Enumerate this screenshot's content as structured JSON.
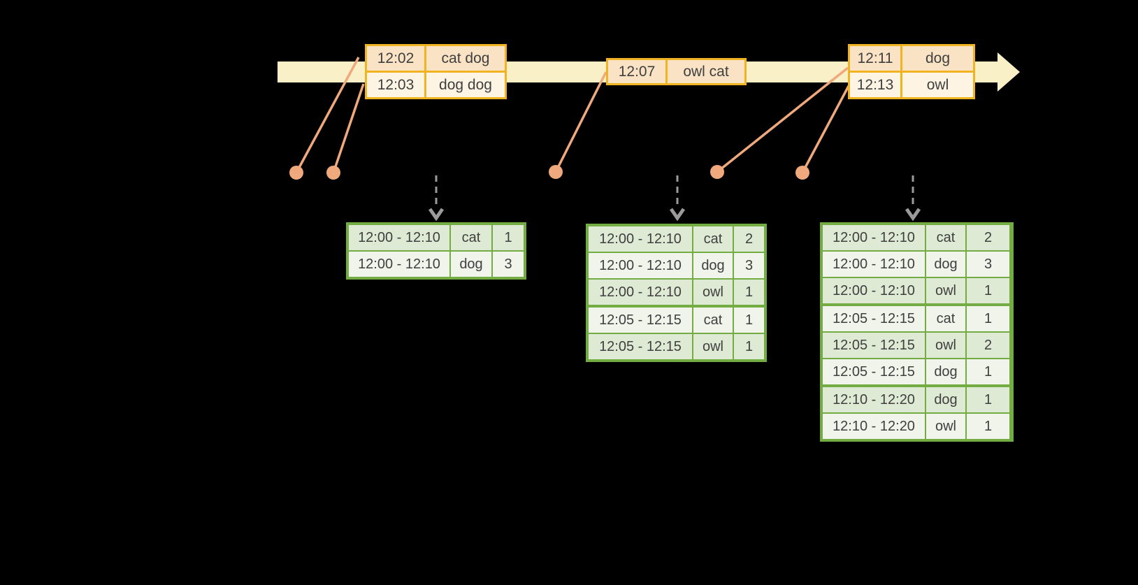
{
  "colors": {
    "background": "#000000",
    "timeline_band": "#FAF0C8",
    "event_border": "#F0B321",
    "event_row_peach": "#FAE3C5",
    "event_row_cream": "#FDF4E4",
    "marker_salmon": "#F0A97D",
    "trigger_gray": "#9B9B9B",
    "result_border": "#74AC44",
    "result_row_dark": "#DFEAD4",
    "result_row_light": "#F0F4EB",
    "text": "#3F3F3F"
  },
  "events": [
    {
      "rows": [
        {
          "time": "12:02",
          "words": "cat dog"
        },
        {
          "time": "12:03",
          "words": "dog dog"
        }
      ]
    },
    {
      "rows": [
        {
          "time": "12:07",
          "words": "owl cat"
        }
      ]
    },
    {
      "rows": [
        {
          "time": "12:11",
          "words": "dog"
        },
        {
          "time": "12:13",
          "words": "owl"
        }
      ]
    }
  ],
  "result_tables": [
    {
      "groups": [
        {
          "rows": [
            {
              "window": "12:00 - 12:10",
              "word": "cat",
              "count": "1"
            },
            {
              "window": "12:00 - 12:10",
              "word": "dog",
              "count": "3"
            }
          ]
        }
      ]
    },
    {
      "groups": [
        {
          "rows": [
            {
              "window": "12:00 - 12:10",
              "word": "cat",
              "count": "2"
            },
            {
              "window": "12:00 - 12:10",
              "word": "dog",
              "count": "3"
            },
            {
              "window": "12:00 - 12:10",
              "word": "owl",
              "count": "1"
            }
          ]
        },
        {
          "rows": [
            {
              "window": "12:05 - 12:15",
              "word": "cat",
              "count": "1"
            },
            {
              "window": "12:05 - 12:15",
              "word": "owl",
              "count": "1"
            }
          ]
        }
      ]
    },
    {
      "groups": [
        {
          "rows": [
            {
              "window": "12:00 - 12:10",
              "word": "cat",
              "count": "2"
            },
            {
              "window": "12:00 - 12:10",
              "word": "dog",
              "count": "3"
            },
            {
              "window": "12:00 - 12:10",
              "word": "owl",
              "count": "1"
            }
          ]
        },
        {
          "rows": [
            {
              "window": "12:05 - 12:15",
              "word": "cat",
              "count": "1"
            },
            {
              "window": "12:05 - 12:15",
              "word": "owl",
              "count": "2"
            },
            {
              "window": "12:05 - 12:15",
              "word": "dog",
              "count": "1"
            }
          ]
        },
        {
          "rows": [
            {
              "window": "12:10 - 12:20",
              "word": "dog",
              "count": "1"
            },
            {
              "window": "12:10 - 12:20",
              "word": "owl",
              "count": "1"
            }
          ]
        }
      ]
    }
  ]
}
